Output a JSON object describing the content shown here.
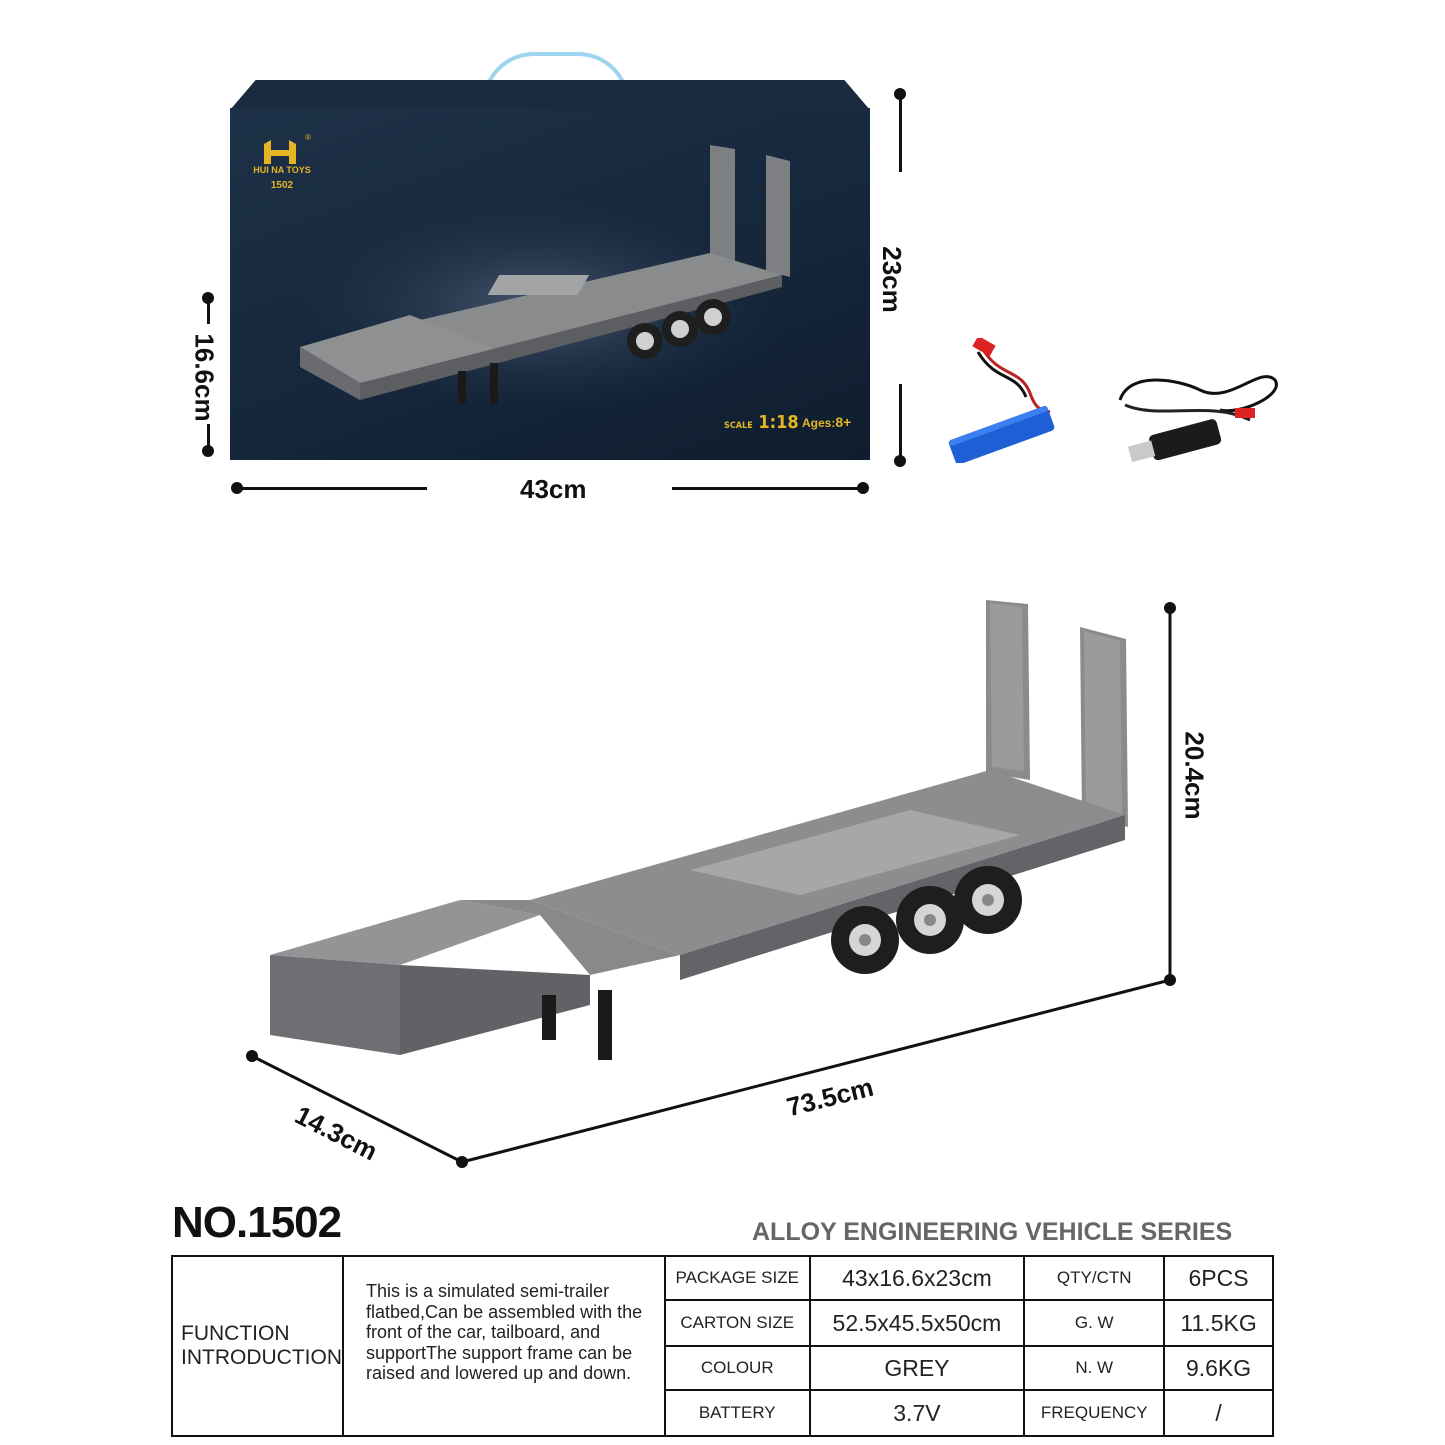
{
  "box": {
    "brand": "HUI NA TOYS",
    "model_code": "1502",
    "scale_prefix": "SCALE",
    "scale_value": "1:18",
    "ages_label": "Ages:",
    "ages_value": "8+"
  },
  "dimensions": {
    "box_width": "43cm",
    "box_height": "23cm",
    "box_depth": "16.6cm",
    "trailer_length": "73.5cm",
    "trailer_width": "14.3cm",
    "trailer_height": "20.4cm"
  },
  "product": {
    "number": "NO.1502",
    "series": "ALLOY ENGINEERING VEHICLE SERIES"
  },
  "specs": {
    "function_title_line1": "FUNCTION",
    "function_title_line2": "INTRODUCTION",
    "function_text": "This is a simulated semi-trailer flatbed,Can be assembled with the front of the car, tailboard, and supportThe support frame can be raised and lowered up and down.",
    "rows": [
      {
        "label": "PACKAGE SIZE",
        "value": "43x16.6x23cm",
        "label2": "QTY/CTN",
        "value2": "6PCS"
      },
      {
        "label": "CARTON SIZE",
        "value": "52.5x45.5x50cm",
        "label2": "G. W",
        "value2": "11.5KG"
      },
      {
        "label": "COLOUR",
        "value": "GREY",
        "label2": "N. W",
        "value2": "9.6KG"
      },
      {
        "label": "BATTERY",
        "value": "3.7V",
        "label2": "FREQUENCY",
        "value2": "/"
      }
    ]
  }
}
